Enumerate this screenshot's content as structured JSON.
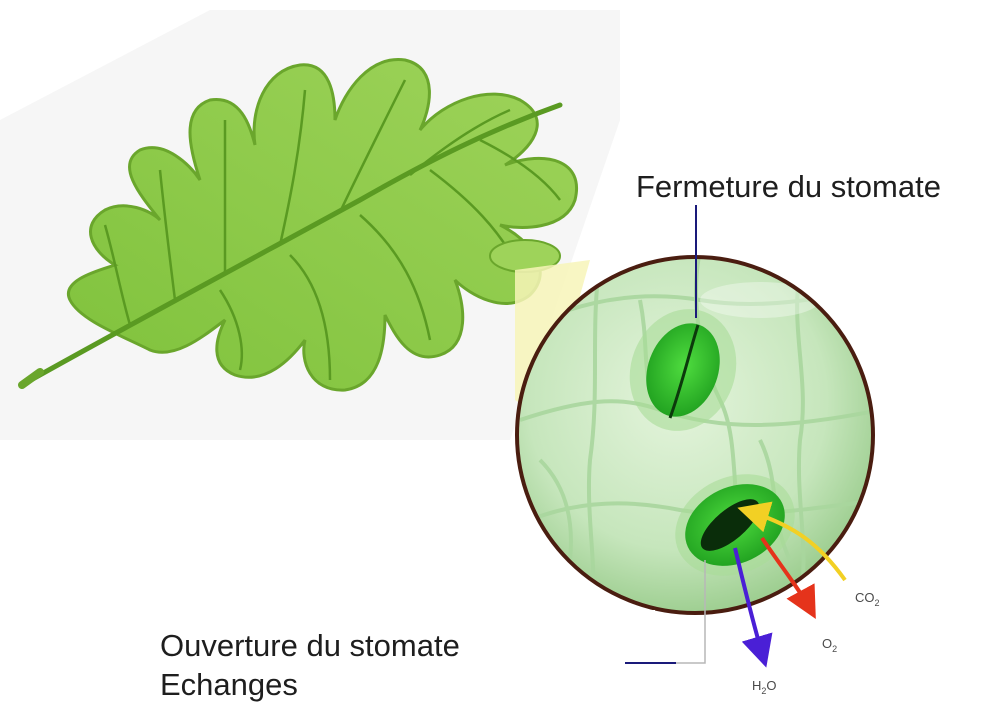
{
  "labels": {
    "closing": "Fermeture du stomate",
    "opening": "Ouverture du stomate",
    "exchanges": "Echanges"
  },
  "gases": {
    "co2": {
      "main": "CO",
      "sub": "2",
      "arrow_color": "#f2d024"
    },
    "o2": {
      "main": "O",
      "sub": "2",
      "arrow_color": "#e5331b"
    },
    "h2o": {
      "main": "H",
      "sub": "2",
      "tail": "O",
      "arrow_color": "#4a1fd6"
    }
  },
  "colors": {
    "leaf": "#8fcc4a",
    "leaf_dark": "#5a9a22",
    "circle_fill": "#cfe9c6",
    "circle_border": "#4a1d10",
    "stomate": "#2cc22c",
    "pointer_line": "#1a1a7a",
    "highlight": "#f7f4b8"
  }
}
